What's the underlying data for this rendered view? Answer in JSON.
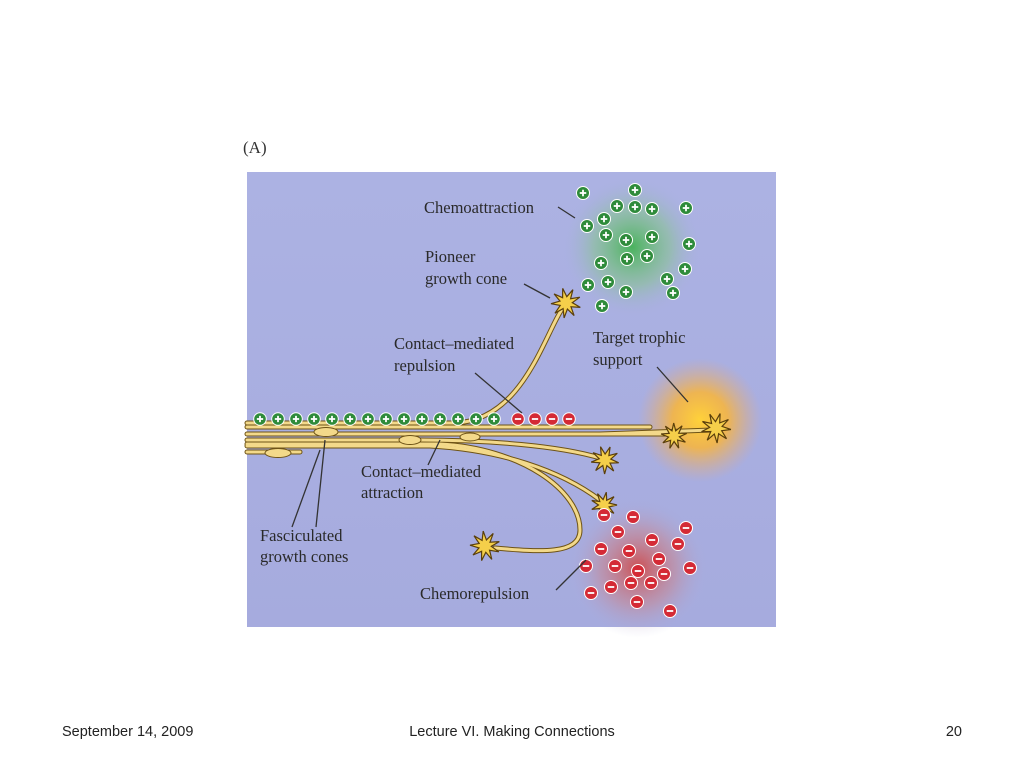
{
  "figure": {
    "panel_label": "(A)",
    "labels": {
      "chemoattraction": "Chemoattraction",
      "pioneer_1": "Pioneer",
      "pioneer_2": "growth cone",
      "contact_repulsion_1": "Contact–mediated",
      "contact_repulsion_2": "repulsion",
      "target_1": "Target trophic",
      "target_2": "support",
      "contact_attraction_1": "Contact–mediated",
      "contact_attraction_2": "attraction",
      "fasciculated_1": "Fasciculated",
      "fasciculated_2": "growth cones",
      "chemorepulsion": "Chemorepulsion"
    },
    "colors": {
      "background": "#a9afe0",
      "axon": "#f3d98a",
      "attractant": "#2e8b3a",
      "repellent": "#d42a35",
      "trophic_glow": "#ffb300"
    }
  },
  "footer": {
    "date": "September 14, 2009",
    "title": "Lecture VI. Making Connections",
    "page": "20"
  }
}
